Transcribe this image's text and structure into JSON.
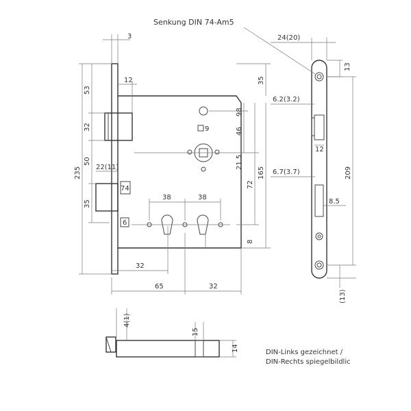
{
  "callout": {
    "text": "Senkung DIN 74-Am5"
  },
  "dims": {
    "d_3": "3",
    "d_24_20": "24(20)",
    "d_13_top": "13",
    "d_53": "53",
    "d_12_top": "12",
    "d_35_top": "35",
    "d_6_2": "6.2(3.2)",
    "d_32_left": "32",
    "d_9": "9",
    "d_98": "98",
    "d_46": "46",
    "d_235": "235",
    "d_50": "50",
    "d_22": "22(11)",
    "d_21_5": "21.5",
    "d_165": "165",
    "d_72": "72",
    "d_6_7": "6.7(3.7)",
    "d_12_side": "12",
    "d_209": "209",
    "d_74": "74",
    "d_35_left": "35",
    "d_38_a": "38",
    "d_38_b": "38",
    "d_8_5": "8.5",
    "d_6": "6",
    "d_8": "8",
    "d_32_bottom": "32",
    "d_65": "65",
    "d_32_right": "32",
    "d_13_bottom": "(13)",
    "d_4_1": "4(1)",
    "d_15": "15",
    "d_14": "14"
  },
  "note": {
    "line1": "DIN-Links gezeichnet /",
    "line2": "DIN-Rechts spiegelbildlic"
  }
}
